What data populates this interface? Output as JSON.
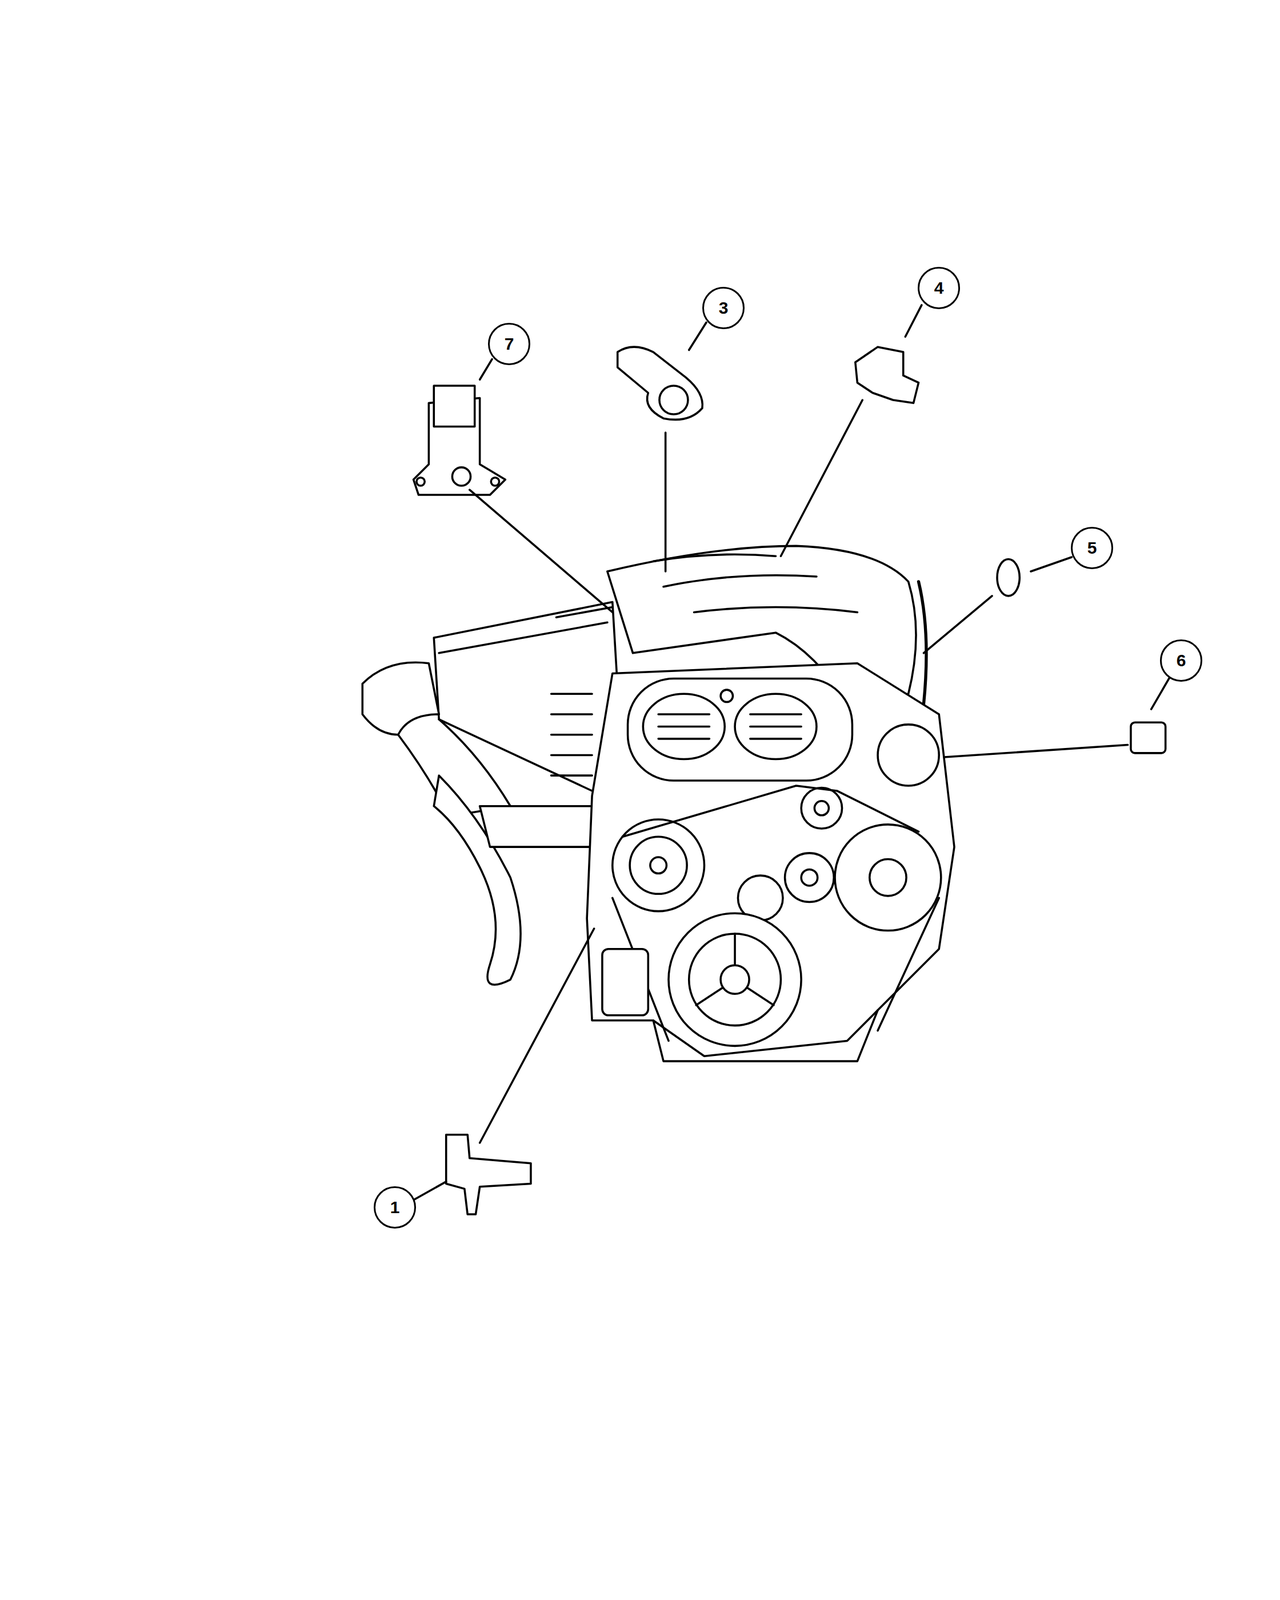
{
  "diagram": {
    "nodes": [
      {
        "text": [
          "7"
        ]
      },
      {
        "text": [
          "3"
        ]
      },
      {
        "text": [
          "4"
        ]
      },
      {
        "text": [
          "5"
        ]
      },
      {
        "text": [
          "6"
        ]
      },
      {
        "text": [
          "1"
        ]
      }
    ]
  }
}
